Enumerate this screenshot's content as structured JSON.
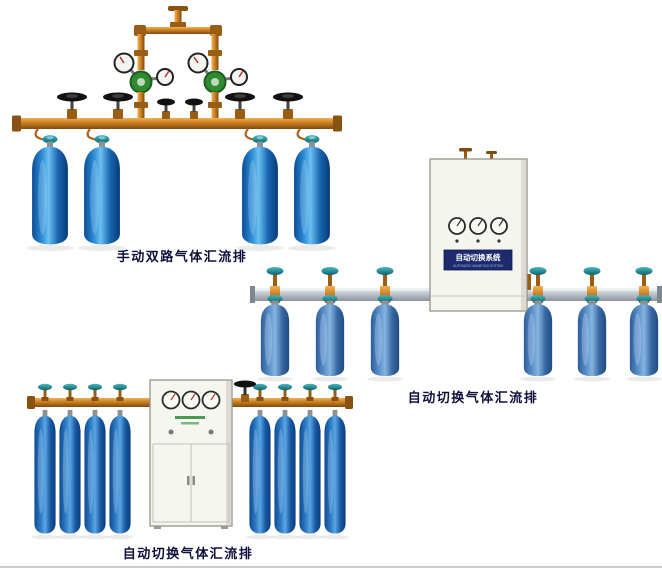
{
  "products": [
    {
      "caption": "手动双路气体汇流排"
    },
    {
      "caption": "自动切换气体汇流排"
    },
    {
      "caption": "自动切换气体汇流排"
    }
  ],
  "cabinet": {
    "plate_title": "自动切换系统",
    "plate_subtitle": "AUTOMATIC MANIFOLD SYSTEM"
  },
  "colors": {
    "caption_text": "#10103c",
    "brass": "#c97e20",
    "cylinder_blue": "#2e8ed6",
    "teal_valve": "#0d646c",
    "aluminum_bar": "#c3c9d0",
    "nameplate_navy": "#1d2b6e",
    "cabinet_body": "#f5f5f0"
  }
}
